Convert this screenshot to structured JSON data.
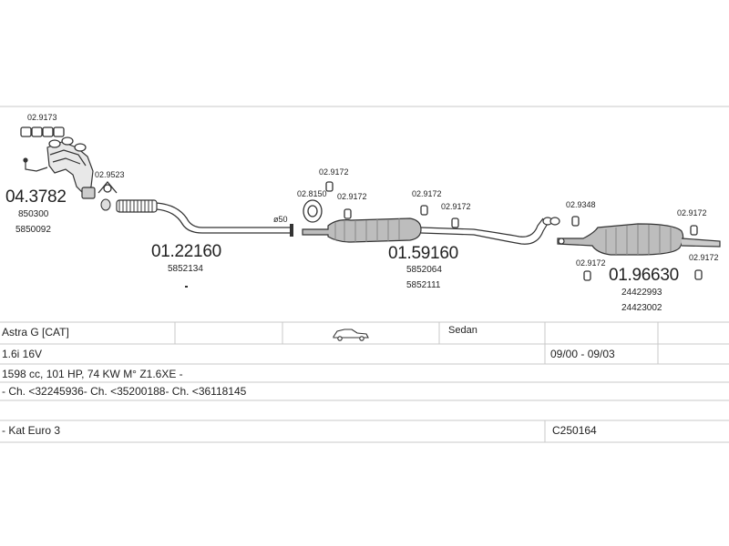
{
  "parts": {
    "gasket_top": "02.9173",
    "manifold_number": "04.3782",
    "manifold_oe1": "850300",
    "manifold_oe2": "5850092",
    "clamp1": "02.9523",
    "front_pipe_number": "01.22160",
    "front_pipe_oe": "5852134",
    "pipe_diameter": "ø50",
    "gasket_mid": "02.8150",
    "hanger_a": "02.9172",
    "hanger_b": "02.9172",
    "hanger_c": "02.9172",
    "hanger_d": "02.9172",
    "center_number": "01.59160",
    "center_oe1": "5852064",
    "center_oe2": "5852111",
    "hanger_e": "02.9348",
    "hanger_f": "02.9172",
    "hanger_g": "02.9172",
    "hanger_h": "02.9172",
    "rear_number": "01.96630",
    "rear_oe1": "24422993",
    "rear_oe2": "24423002"
  },
  "vehicle": {
    "model": "Astra G  [CAT]",
    "body": "Sedan",
    "engine": "1.6i 16V",
    "years": "09/00 - 09/03",
    "spec": "1598 cc, 101 HP, 74 KW M° Z1.6XE -",
    "chassis": "- Ch. <32245936- Ch. <35200188- Ch. <36118145",
    "emission": "- Kat Euro 3",
    "code": "C250164"
  },
  "icons": {
    "car": "sedan-car-icon",
    "gasket": "gasket-icon",
    "manifold": "exhaust-manifold-icon",
    "clamp": "clamp-icon",
    "hanger": "rubber-hanger-icon",
    "muffler": "muffler-icon"
  }
}
